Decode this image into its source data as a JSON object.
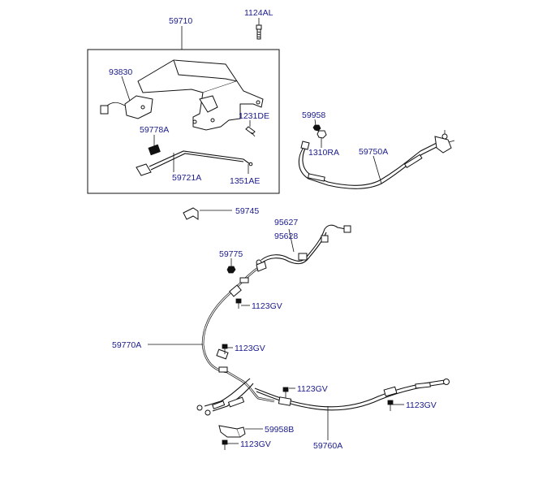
{
  "labels": {
    "p59710": "59710",
    "p1124AL": "1124AL",
    "p93830": "93830",
    "p1231DE": "1231DE",
    "p59778A": "59778A",
    "p59721A": "59721A",
    "p1351AE": "1351AE",
    "p59958": "59958",
    "p1310RA": "1310RA",
    "p59750A": "59750A",
    "p59745": "59745",
    "p95627": "95627",
    "p95628": "95628",
    "p59775": "59775",
    "p1123GV_a": "1123GV",
    "p59770A": "59770A",
    "p1123GV_b": "1123GV",
    "p1123GV_c": "1123GV",
    "p1123GV_d": "1123GV",
    "p59958B": "59958B",
    "p1123GV_e": "1123GV",
    "p59760A": "59760A"
  }
}
